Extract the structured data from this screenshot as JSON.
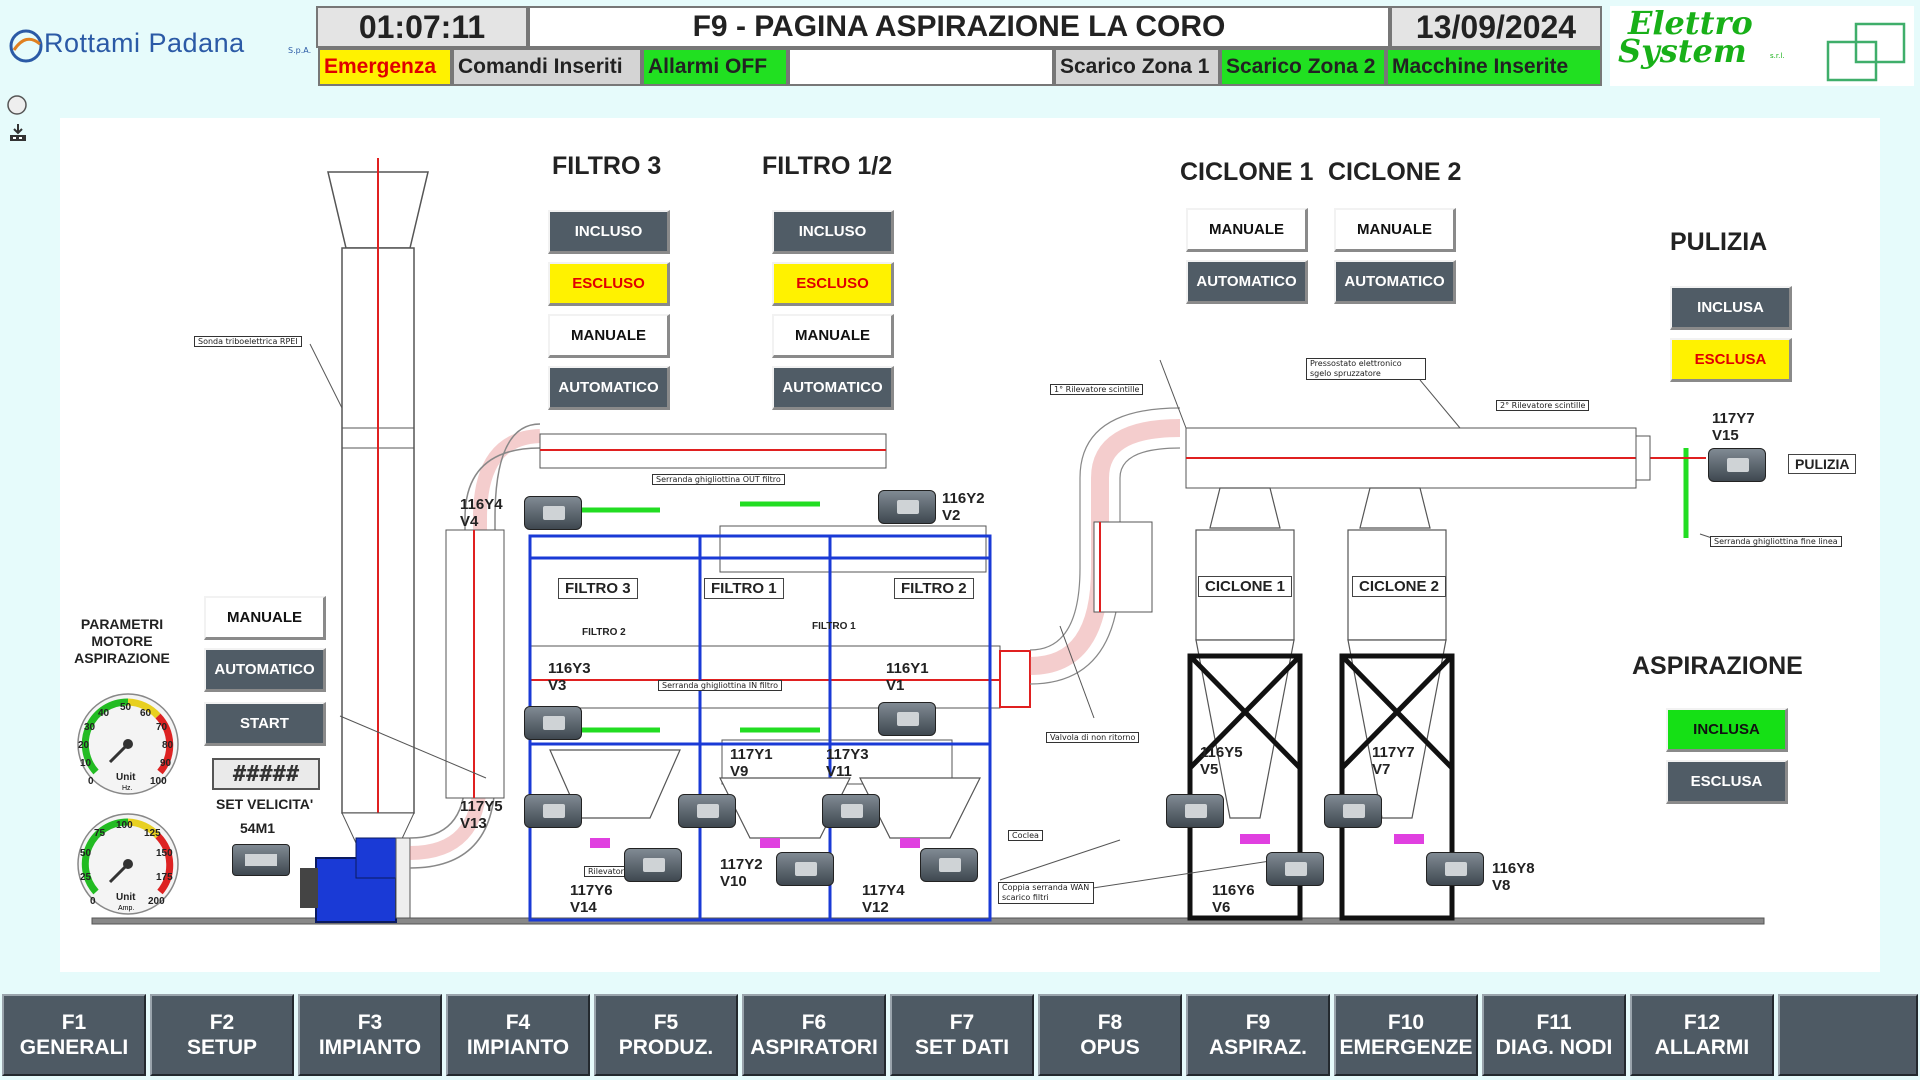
{
  "header": {
    "company_logo": "Rottami Padana",
    "company_logo_suffix": "S.p.A.",
    "time": "01:07:11",
    "title": "F9 - PAGINA ASPIRAZIONE LA CORO",
    "date": "13/09/2024",
    "brand_logo_line1": "Elettro",
    "brand_logo_line2": "System",
    "brand_logo_suffix": "s.r.l."
  },
  "status_bar": {
    "emergenza": "Emergenza",
    "comandi": "Comandi Inseriti",
    "allarmi": "Allarmi OFF",
    "blank": "",
    "scarico1": "Scarico Zona 1",
    "scarico2": "Scarico Zona 2",
    "macchine": "Macchine Inserite"
  },
  "filters": {
    "filtro3": {
      "title": "FILTRO 3",
      "incluso": "INCLUSO",
      "escluso": "ESCLUSO",
      "manuale": "MANUALE",
      "automatico": "AUTOMATICO"
    },
    "filtro12": {
      "title": "FILTRO 1/2",
      "incluso": "INCLUSO",
      "escluso": "ESCLUSO",
      "manuale": "MANUALE",
      "automatico": "AUTOMATICO"
    }
  },
  "cyclones": {
    "ciclone1": {
      "title": "CICLONE 1",
      "manuale": "MANUALE",
      "automatico": "AUTOMATICO"
    },
    "ciclone2": {
      "title": "CICLONE 2",
      "manuale": "MANUALE",
      "automatico": "AUTOMATICO"
    }
  },
  "pulizia": {
    "title": "PULIZIA",
    "inclusa": "INCLUSA",
    "esclusa": "ESCLUSA",
    "label": "PULIZIA"
  },
  "aspirazione": {
    "title": "ASPIRAZIONE",
    "inclusa": "INCLUSA",
    "esclusa": "ESCLUSA"
  },
  "motor": {
    "params_title": "PARAMETRI\nMOTORE\nASPIRAZIONE",
    "manuale": "MANUALE",
    "automatico": "AUTOMATICO",
    "start": "START",
    "speed_value": "#####",
    "set_speed": "SET VELICITA'",
    "motor_id": "54M1",
    "gauge_hz": {
      "unit": "Unit",
      "sub": "Hz.",
      "ticks": [
        "0",
        "10",
        "20",
        "30",
        "40",
        "50",
        "60",
        "70",
        "80",
        "90",
        "100"
      ],
      "value": 0
    },
    "gauge_amp": {
      "unit": "Unit",
      "sub": "Amp.",
      "ticks": [
        "0",
        "25",
        "50",
        "75",
        "100",
        "125",
        "150",
        "175",
        "200"
      ],
      "value": 0
    }
  },
  "diagram": {
    "box_labels": {
      "filtro3": "FILTRO 3",
      "filtro1": "FILTRO 1",
      "filtro2": "FILTRO 2",
      "ciclone1": "CICLONE 1",
      "ciclone2": "CICLONE 2"
    },
    "small_labels": {
      "filtro2_inner": "FILTRO 2",
      "filtro1_inner": "FILTRO 1"
    },
    "tags": {
      "sonda": "Sonda triboelettrica RPEI",
      "serranda_out": "Serranda ghigliottina OUT filtro",
      "serranda_in": "Serranda ghigliottina IN filtro",
      "valvola": "Valvola di non ritorno",
      "rilevatore1": "1° Rilevatore scintille",
      "pressostato": "Pressostato elettronico sgelo spruzzatore",
      "rilevatore2": "2° Rilevatore scintille",
      "serranda_fine": "Serranda ghigliottina fine linea",
      "coppia": "Coppia serranda WAN scarico filtri",
      "rilevatore3": "Rilevatore",
      "coclea": "Coclea"
    },
    "valves": [
      {
        "code": "116Y4",
        "name": "V4"
      },
      {
        "code": "116Y2",
        "name": "V2"
      },
      {
        "code": "116Y3",
        "name": "V3"
      },
      {
        "code": "116Y1",
        "name": "V1"
      },
      {
        "code": "117Y5",
        "name": "V13"
      },
      {
        "code": "117Y1",
        "name": "V9"
      },
      {
        "code": "117Y3",
        "name": "V11"
      },
      {
        "code": "117Y6",
        "name": "V14"
      },
      {
        "code": "117Y2",
        "name": "V10"
      },
      {
        "code": "117Y4",
        "name": "V12"
      },
      {
        "code": "116Y5",
        "name": "V5"
      },
      {
        "code": "117Y7",
        "name": "V7"
      },
      {
        "code": "116Y6",
        "name": "V6"
      },
      {
        "code": "116Y8",
        "name": "V8"
      },
      {
        "code": "117Y7",
        "name": "V15"
      }
    ]
  },
  "function_keys": [
    {
      "key": "F1",
      "label": "GENERALI"
    },
    {
      "key": "F2",
      "label": "SETUP"
    },
    {
      "key": "F3",
      "label": "IMPIANTO"
    },
    {
      "key": "F4",
      "label": "IMPIANTO"
    },
    {
      "key": "F5",
      "label": "PRODUZ."
    },
    {
      "key": "F6",
      "label": "ASPIRATORI"
    },
    {
      "key": "F7",
      "label": "SET DATI"
    },
    {
      "key": "F8",
      "label": "OPUS"
    },
    {
      "key": "F9",
      "label": "ASPIRAZ."
    },
    {
      "key": "F10",
      "label": "EMERGENZE"
    },
    {
      "key": "F11",
      "label": "DIAG. NODI"
    },
    {
      "key": "F12",
      "label": "ALLARMI"
    },
    {
      "key": "",
      "label": ""
    }
  ],
  "colors": {
    "background": "#e6fbfb",
    "button_dark": "#505c66",
    "button_yellow": "#fff200",
    "button_green": "#15e015",
    "status_red_text": "#e00000",
    "status_green": "#21e021",
    "pipe_red": "#e02020",
    "frame_blue": "#1a3ad6",
    "arrow_green": "#22dd22",
    "magenta": "#e040e0"
  }
}
